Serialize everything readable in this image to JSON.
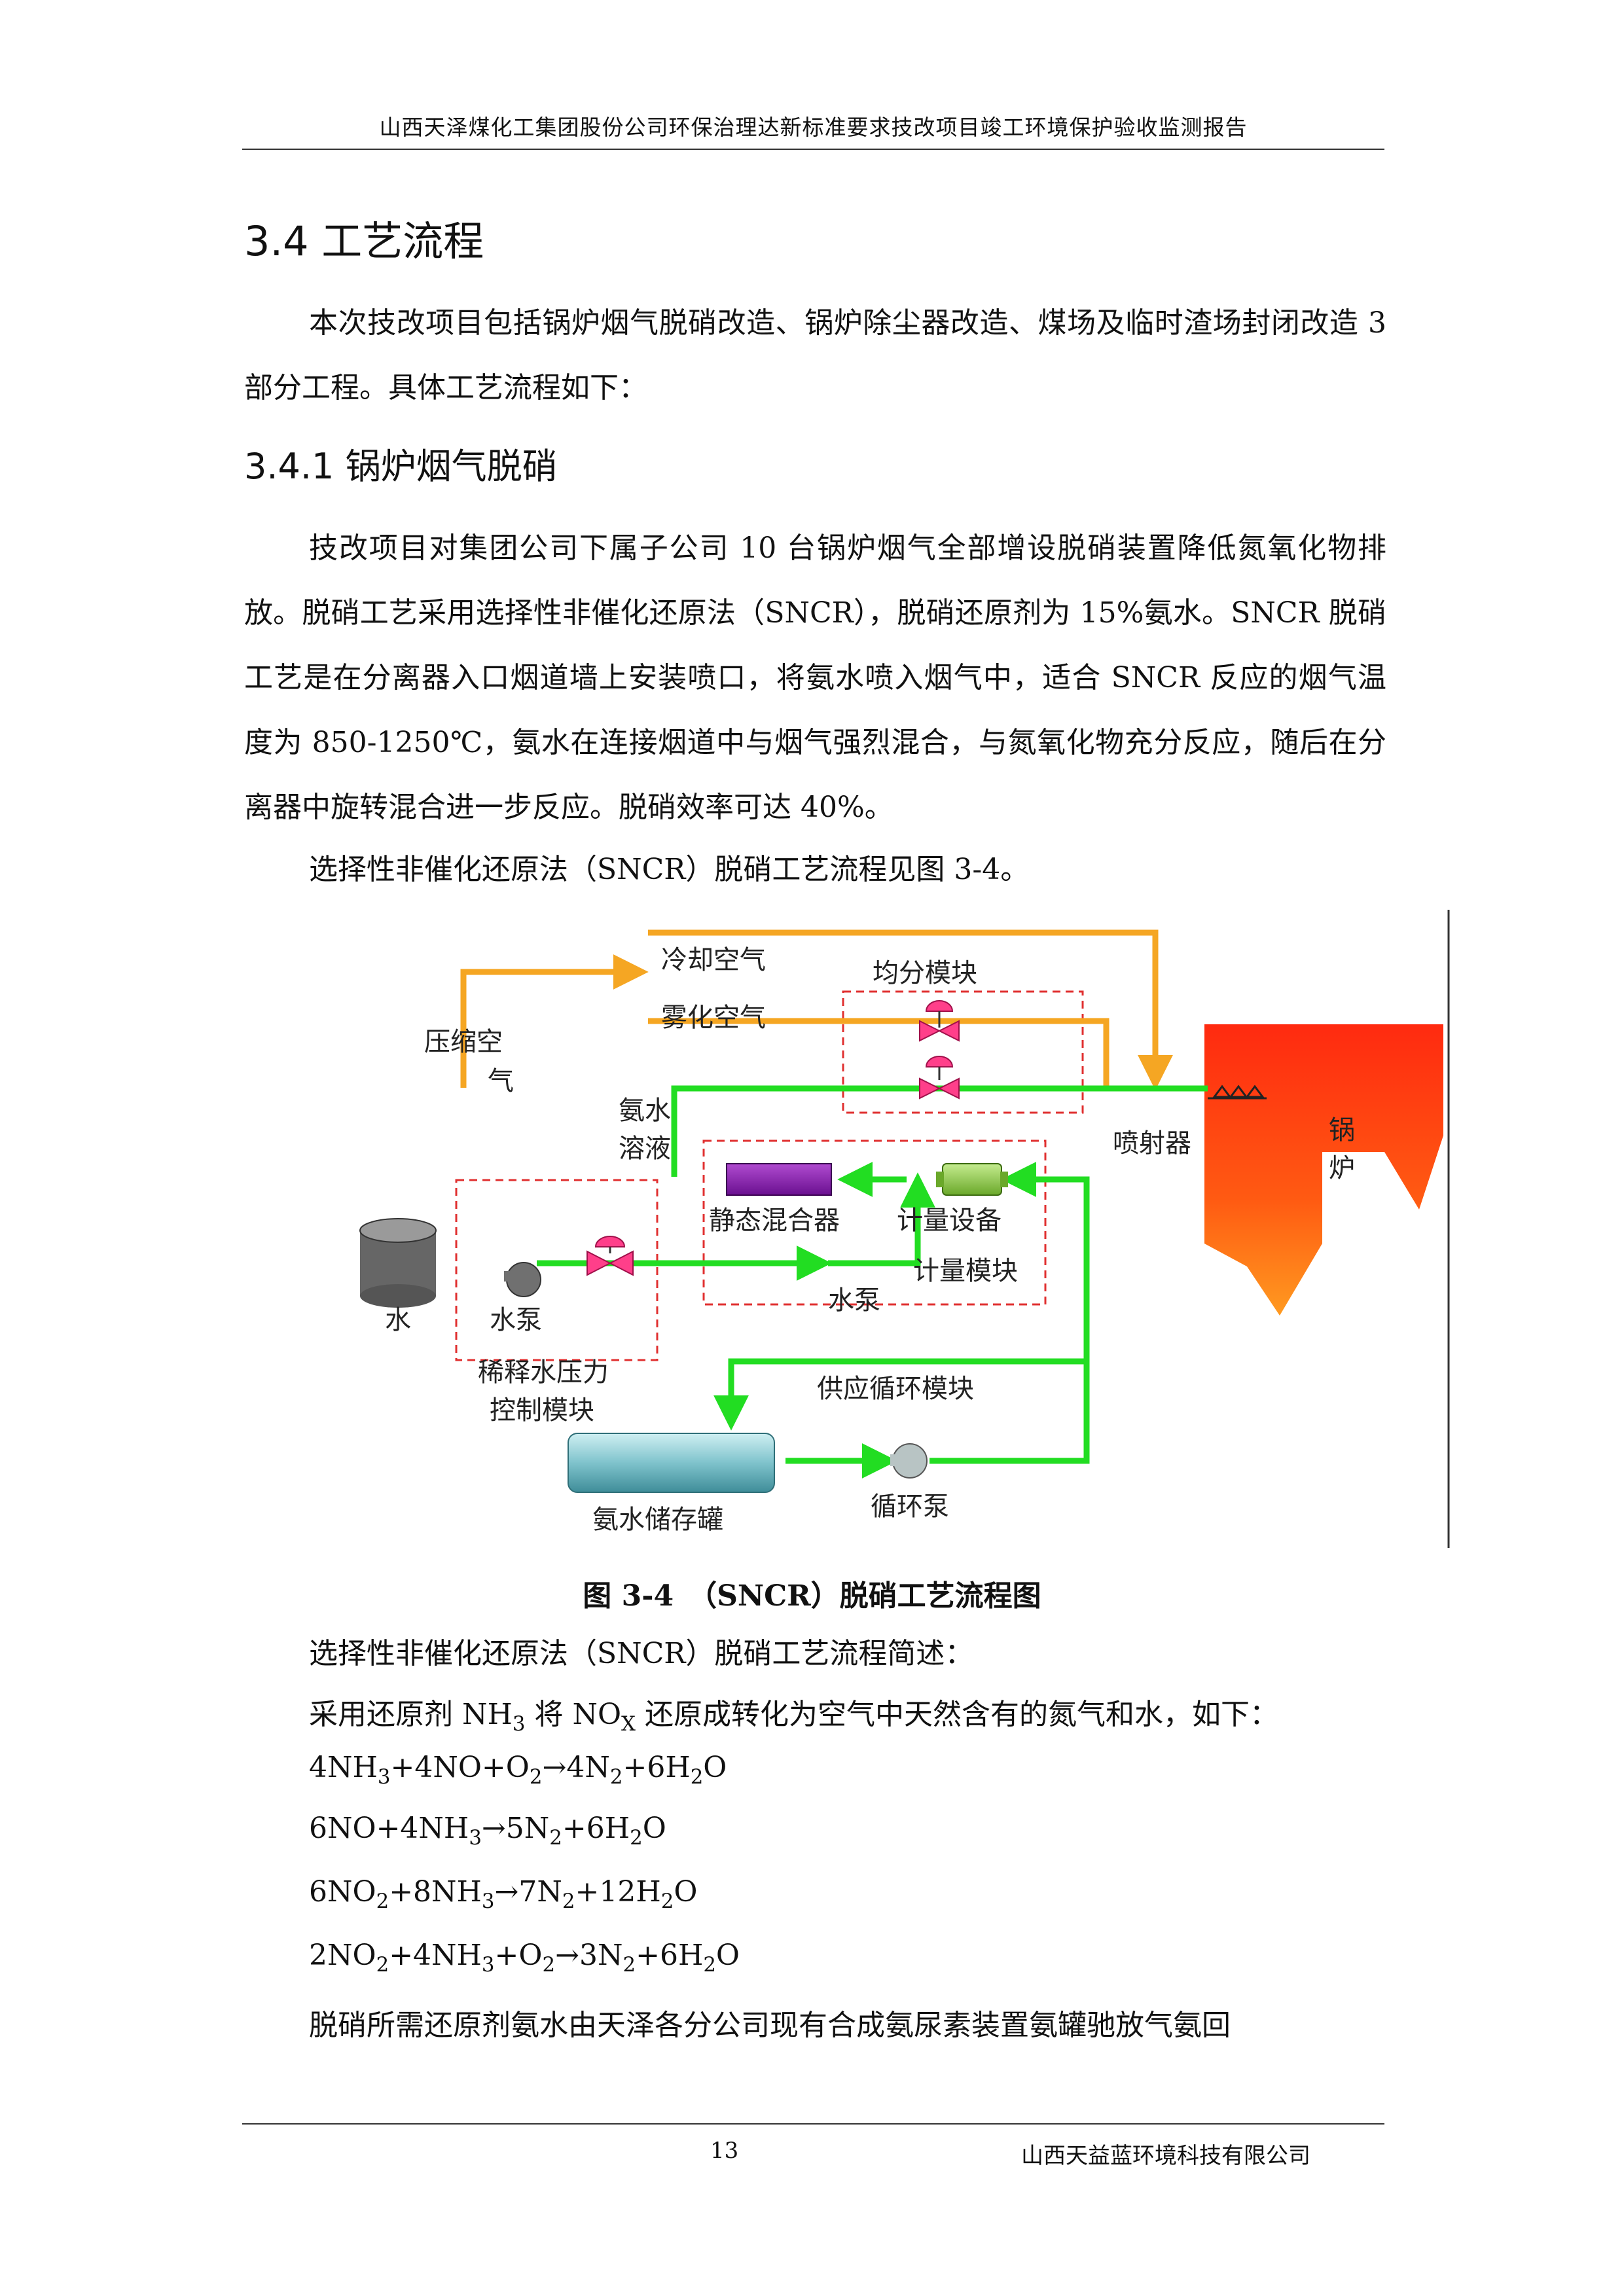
{
  "header": "山西天泽煤化工集团股份公司环保治理达新标准要求技改项目竣工环境保护验收监测报告",
  "section": {
    "title": "3.4 工艺流程",
    "intro": "本次技改项目包括锅炉烟气脱硝改造、锅炉除尘器改造、煤场及临时渣场封闭改造 3 部分工程。具体工艺流程如下："
  },
  "subsection": {
    "title": "3.4.1 锅炉烟气脱硝",
    "para": "技改项目对集团公司下属子公司 10 台锅炉烟气全部增设脱硝装置降低氮氧化物排放。脱硝工艺采用选择性非催化还原法（SNCR），脱硝还原剂为 15%氨水。SNCR 脱硝工艺是在分离器入口烟道墙上安装喷口，将氨水喷入烟气中，适合 SNCR 反应的烟气温度为 850-1250℃，氨水在连接烟道中与烟气强烈混合，与氮氧化物充分反应，随后在分离器中旋转混合进一步反应。脱硝效率可达 40%。",
    "figure_ref": "选择性非催化还原法（SNCR）脱硝工艺流程见图 3-4。"
  },
  "diagram": {
    "cooling_air": "冷却空气",
    "atomizing_air": "雾化空气",
    "compressed_air_1": "压缩空",
    "compressed_air_2": "气",
    "even_module": "均分模块",
    "ammonia_solution_1": "氨水",
    "ammonia_solution_2": "溶液",
    "injector": "喷射器",
    "boiler_1": "锅",
    "boiler_2": "炉",
    "static_mixer": "静态混合器",
    "metering_device": "计量设备",
    "metering_module": "计量模块",
    "water_pump_label": "水泵",
    "water": "水",
    "water_pump": "水泵",
    "dilution_module_1": "稀释水压力",
    "dilution_module_2": "控制模块",
    "supply_module": "供应循环模块",
    "storage_tank": "氨水储存罐",
    "circulation_pump": "循环泵",
    "colors": {
      "air_line": "#f5a623",
      "water_line": "#22dd22",
      "boiler": "#ff4a1a",
      "valve": "#ff3f8a",
      "mixer": "#8a1fb0",
      "meter": "#8bc34a",
      "dashed_box": "#e03030"
    }
  },
  "caption": "图 3-4　（SNCR）脱硝工艺流程图",
  "summary_title": "选择性非催化还原法（SNCR）脱硝工艺流程简述：",
  "reaction_intro": {
    "a": "采用还原剂 NH",
    "a_sub": "3",
    "b": " 将 NO",
    "b_sub": "X",
    "c": " 还原成转化为空气中天然含有的氮气和水，如下："
  },
  "equations": [
    [
      [
        "4NH",
        ""
      ],
      [
        "3",
        1
      ],
      [
        "+4NO+O",
        ""
      ],
      [
        "2",
        1
      ],
      [
        "→4N",
        ""
      ],
      [
        "2",
        1
      ],
      [
        "+6H",
        ""
      ],
      [
        "2",
        1
      ],
      [
        "O",
        ""
      ]
    ],
    [
      [
        "6NO+4NH",
        ""
      ],
      [
        "3",
        1
      ],
      [
        "→5N",
        ""
      ],
      [
        "2",
        1
      ],
      [
        "+6H",
        ""
      ],
      [
        "2",
        1
      ],
      [
        "O",
        ""
      ]
    ],
    [
      [
        "6NO",
        ""
      ],
      [
        "2",
        1
      ],
      [
        "+8NH",
        ""
      ],
      [
        "3",
        1
      ],
      [
        "→7N",
        ""
      ],
      [
        "2",
        1
      ],
      [
        "+12H",
        ""
      ],
      [
        "2",
        1
      ],
      [
        "O",
        ""
      ]
    ],
    [
      [
        "2NO",
        ""
      ],
      [
        "2",
        1
      ],
      [
        "+4NH",
        ""
      ],
      [
        "3",
        1
      ],
      [
        "+O",
        ""
      ],
      [
        "2",
        1
      ],
      [
        "→3N",
        ""
      ],
      [
        "2",
        1
      ],
      [
        "+6H",
        ""
      ],
      [
        "2",
        1
      ],
      [
        "O",
        ""
      ]
    ]
  ],
  "last_line": "脱硝所需还原剂氨水由天泽各分公司现有合成氨尿素装置氨罐驰放气氨回",
  "footer": {
    "page": "13",
    "org": "山西天益蓝环境科技有限公司"
  }
}
